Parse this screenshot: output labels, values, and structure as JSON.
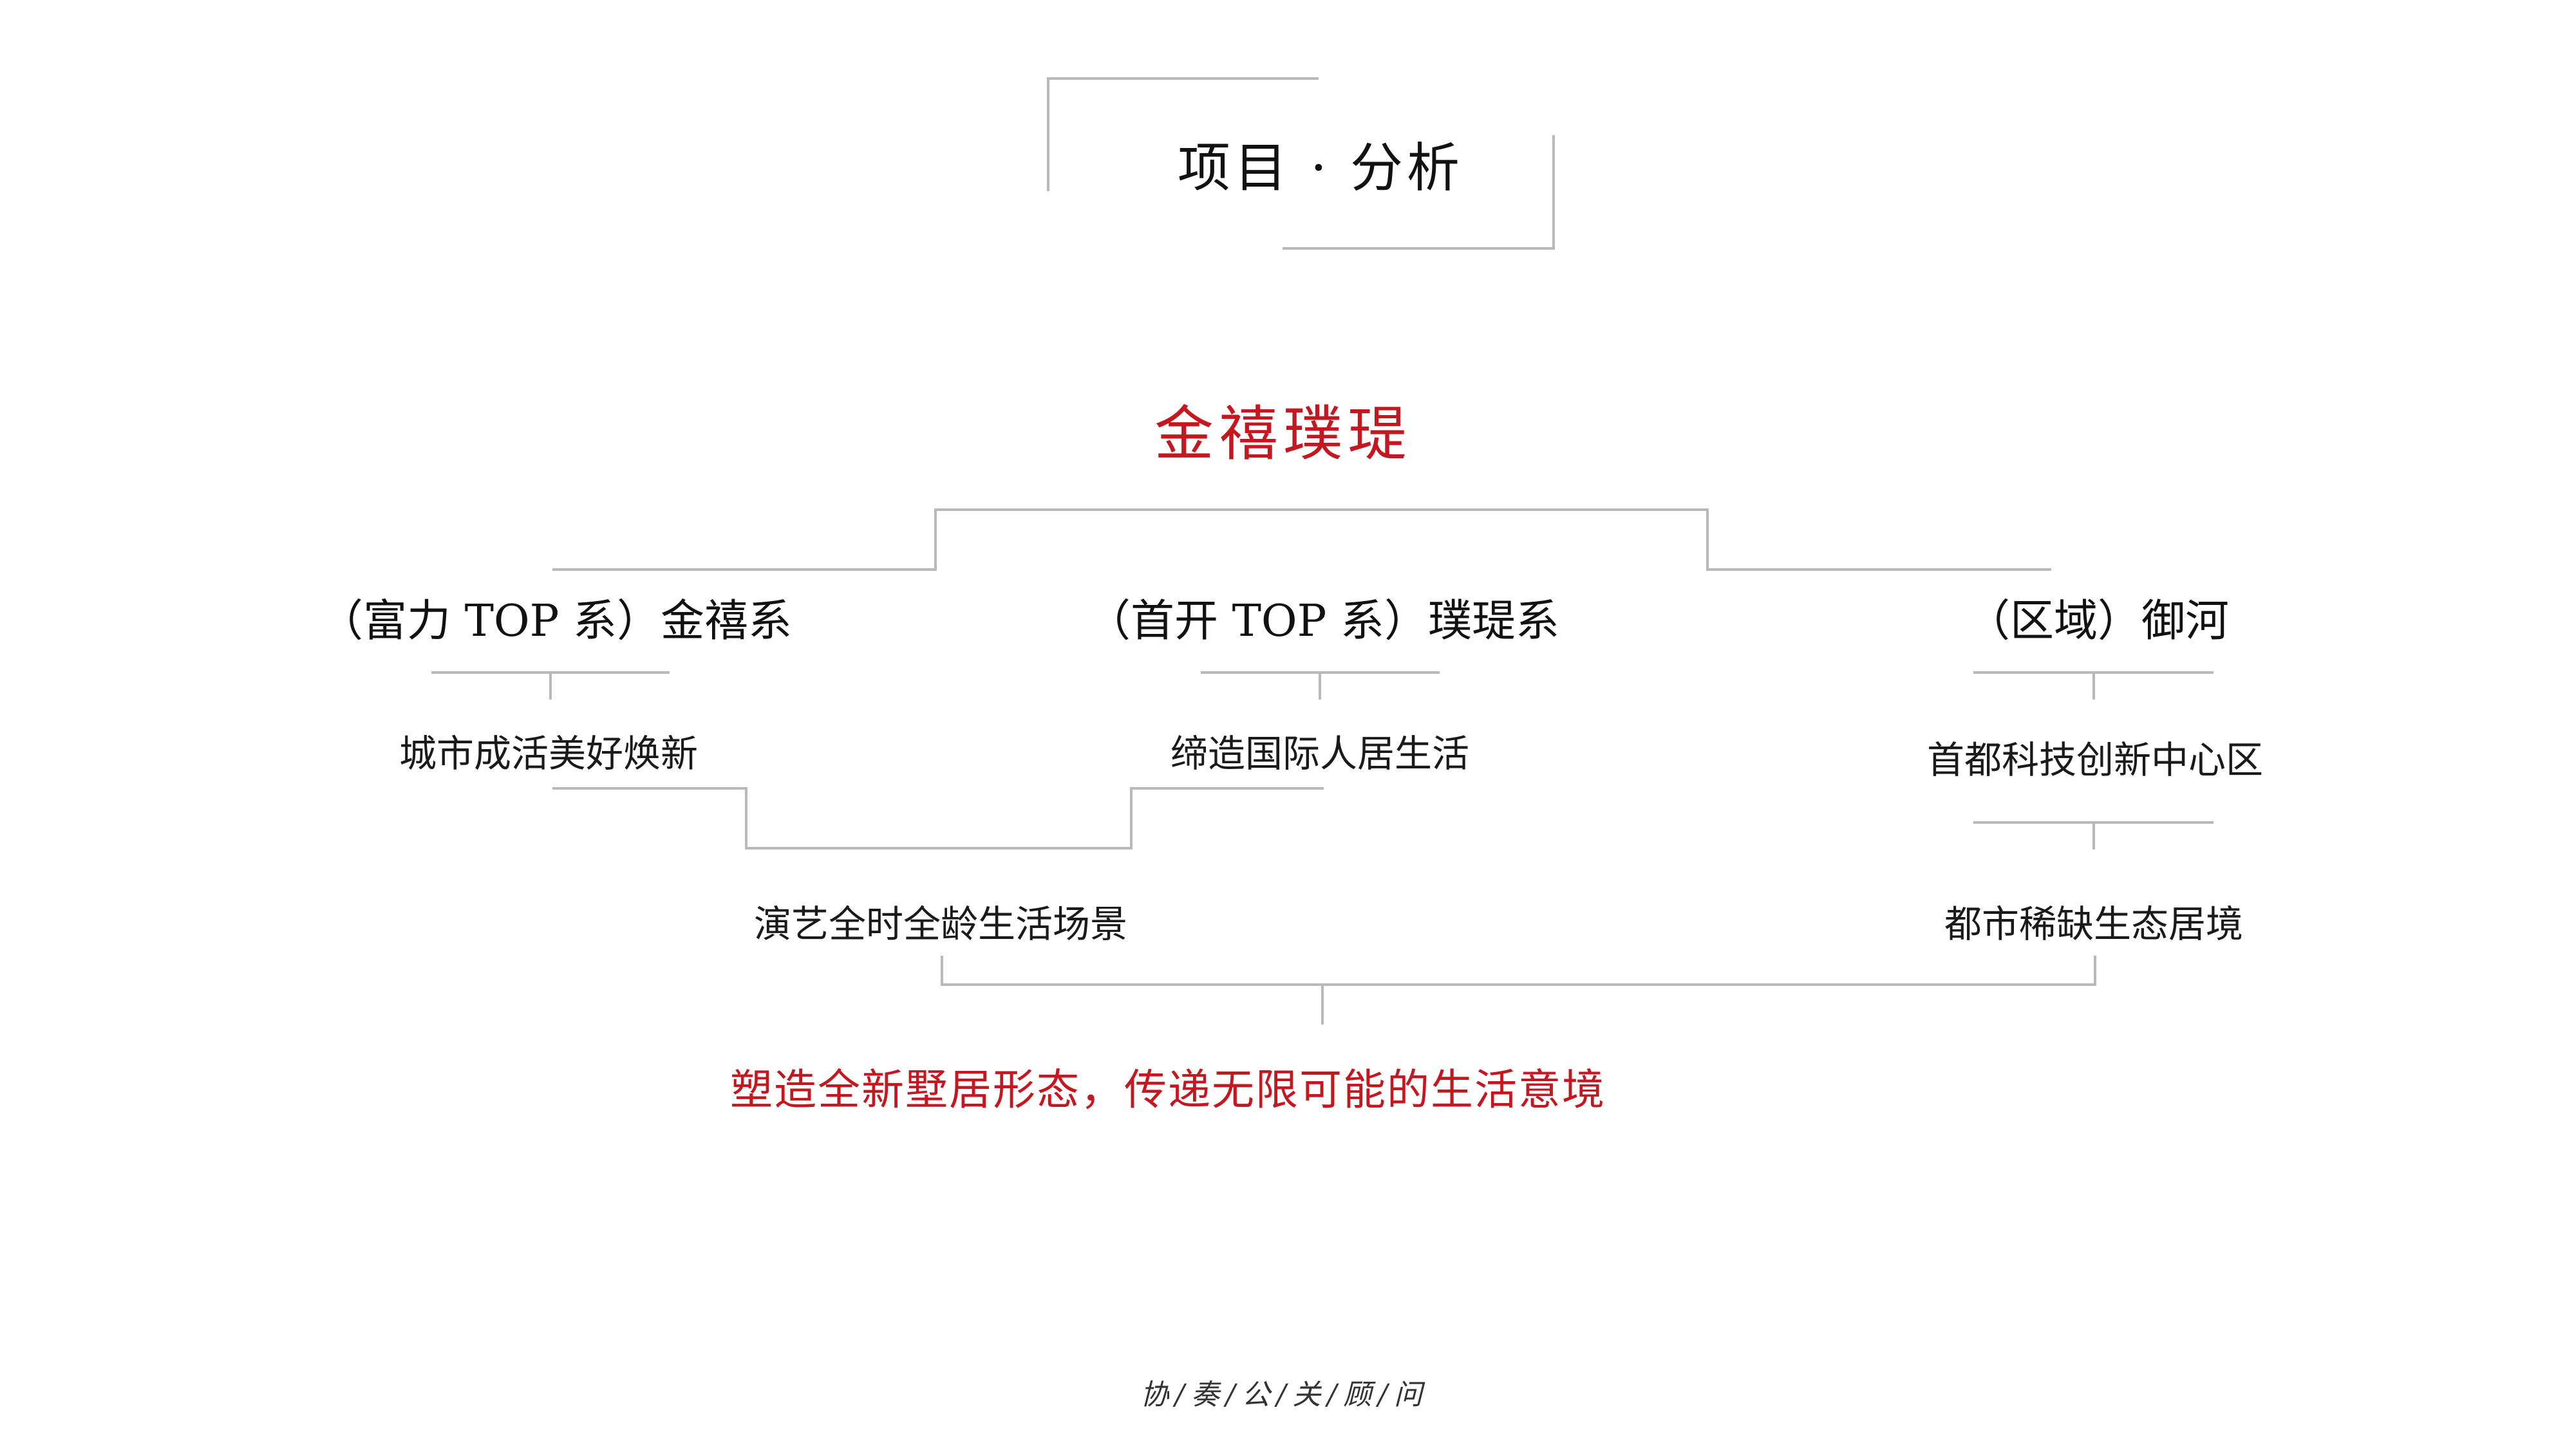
{
  "header": {
    "title_left": "项目",
    "title_sep": "·",
    "title_right": "分析"
  },
  "brand": {
    "name": "金禧璞瑅"
  },
  "branches": [
    {
      "category": "（富力 TOP 系）金禧系",
      "value": "城市成活美好焕新"
    },
    {
      "category": "（首开 TOP 系）璞瑅系",
      "value": "缔造国际人居生活"
    },
    {
      "category": "（区域）御河",
      "value": "首都科技创新中心区",
      "value2": "都市稀缺生态居境"
    }
  ],
  "merged": {
    "value": "演艺全时全龄生活场景"
  },
  "conclusion": {
    "text": "塑造全新墅居形态，传递无限可能的生活意境"
  },
  "footer": {
    "text": "协/奏/公/关/顾/问"
  },
  "colors": {
    "accent": "#c4171f",
    "line": "#b9b9b9",
    "text": "#1a1a1a"
  }
}
